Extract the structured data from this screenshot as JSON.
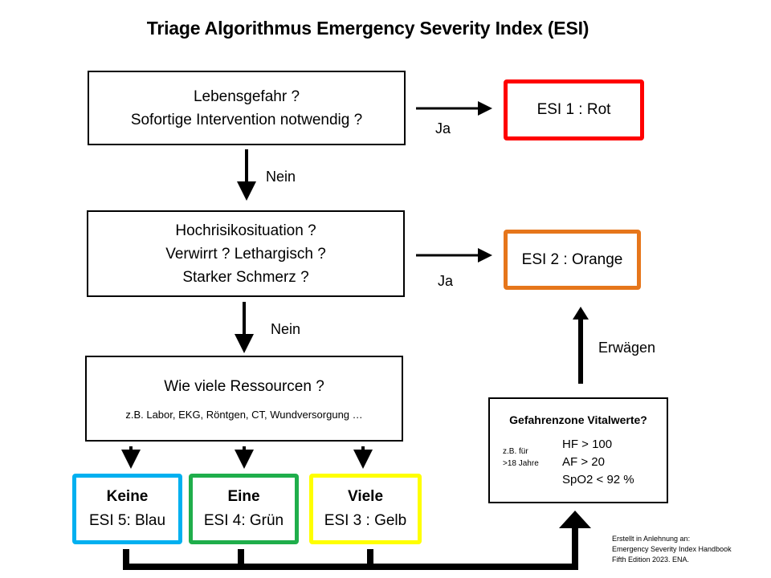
{
  "title": "Triage Algorithmus Emergency Severity Index (ESI)",
  "q1": {
    "line1": "Lebensgefahr ?",
    "line2": "Sofortige Intervention notwendig ?"
  },
  "q2": {
    "line1": "Hochrisikosituation ?",
    "line2": "Verwirrt ? Lethargisch ?",
    "line3": "Starker Schmerz ?"
  },
  "q3": {
    "line1": "Wie viele Ressourcen ?",
    "line2": "z.B. Labor, EKG, Röntgen, CT, Wundversorgung …"
  },
  "labels": {
    "ja1": "Ja",
    "ja2": "Ja",
    "nein1": "Nein",
    "nein2": "Nein",
    "erwaegen": "Erwägen"
  },
  "esi1": {
    "text": "ESI 1 : Rot",
    "color": "#ff0000"
  },
  "esi2": {
    "text": "ESI 2 : Orange",
    "color": "#e6761b"
  },
  "esi5": {
    "head": "Keine",
    "text": "ESI 5: Blau",
    "color": "#00b0f0"
  },
  "esi4": {
    "head": "Eine",
    "text": "ESI 4: Grün",
    "color": "#1fae4b"
  },
  "esi3": {
    "head": "Viele",
    "text": "ESI 3 : Gelb",
    "color": "#ffff00"
  },
  "vital": {
    "title": "Gefahrenzone Vitalwerte?",
    "age1": "z.B. für",
    "age2": ">18 Jahre",
    "hf": "HF > 100",
    "af": "AF > 20",
    "spo2": "SpO2 < 92 %"
  },
  "source": {
    "line1": "Erstellt in Anlehnung an:",
    "line2": "Emergency Severity Index Handbook",
    "line3": "Fifth Edition 2023. ENA."
  }
}
